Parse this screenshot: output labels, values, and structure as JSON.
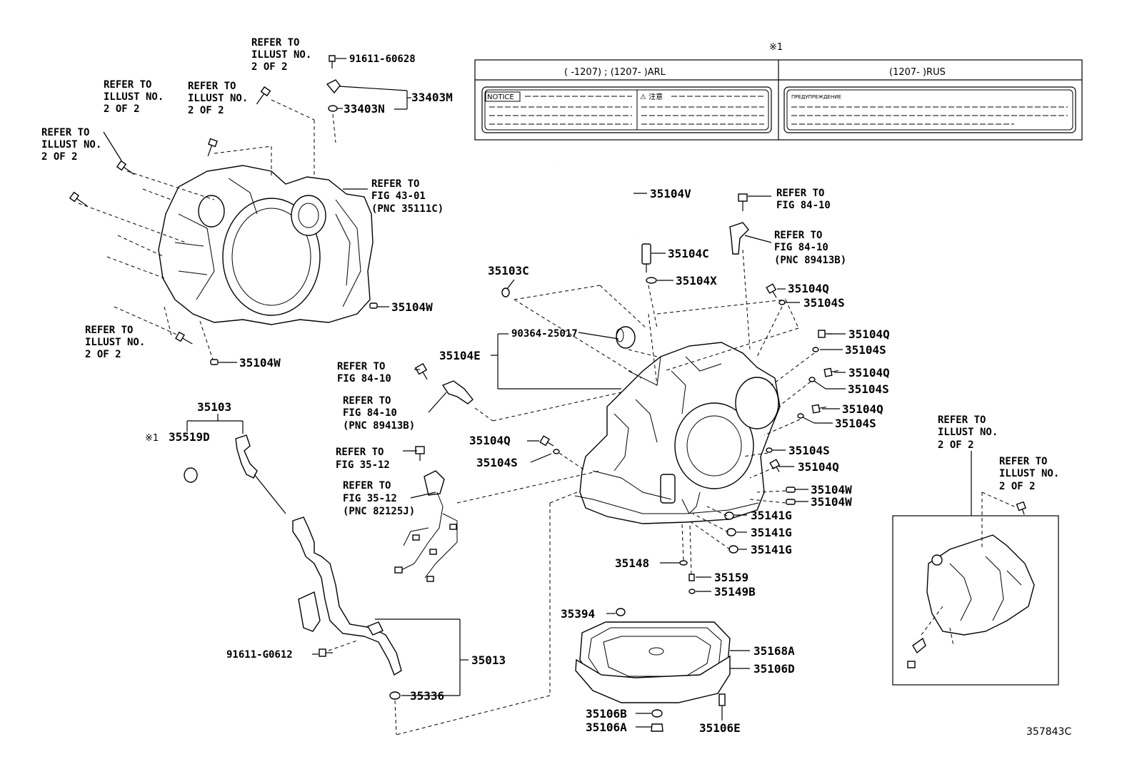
{
  "drawing_number": "357843C",
  "note_mark": "※1",
  "notice_table": {
    "col1_header": "(     -1207) ; (1207-      )ARL",
    "col2_header": "(1207-      )RUS",
    "notice_label": "NOTICE",
    "caution_label": "⚠ 注意",
    "russian_label": "ПРЕДУПРЕЖДЕНИЕ"
  },
  "refs": [
    {
      "id": "r1",
      "lines": [
        "REFER TO",
        "ILLUST NO.",
        "2 OF 2"
      ]
    },
    {
      "id": "r2",
      "lines": [
        "REFER TO",
        "ILLUST NO.",
        "2 OF 2"
      ]
    },
    {
      "id": "r3",
      "lines": [
        "REFER TO",
        "ILLUST NO.",
        "2 OF 2"
      ]
    },
    {
      "id": "r4",
      "lines": [
        "REFER TO",
        "ILLUST NO.",
        "2 OF 2"
      ]
    },
    {
      "id": "r5",
      "lines": [
        "REFER TO",
        "ILLUST NO.",
        "2 OF 2"
      ]
    },
    {
      "id": "r6",
      "lines": [
        "REFER TO",
        "FIG 43-01",
        "(PNC 35111C)"
      ]
    },
    {
      "id": "r7",
      "lines": [
        "REFER TO",
        "FIG 84-10"
      ]
    },
    {
      "id": "r8",
      "lines": [
        "REFER TO",
        "FIG 84-10",
        "(PNC 89413B)"
      ]
    },
    {
      "id": "r9",
      "lines": [
        "REFER TO",
        "FIG 84-10"
      ]
    },
    {
      "id": "r10",
      "lines": [
        "REFER TO",
        "FIG 84-10",
        "(PNC 89413B)"
      ]
    },
    {
      "id": "r11",
      "lines": [
        "REFER TO",
        "FIG 35-12"
      ]
    },
    {
      "id": "r12",
      "lines": [
        "REFER TO",
        "FIG 35-12",
        "(PNC 82125J)"
      ]
    },
    {
      "id": "r13",
      "lines": [
        "REFER TO",
        "ILLUST NO.",
        "2 OF 2"
      ]
    },
    {
      "id": "r14",
      "lines": [
        "REFER TO",
        "ILLUST NO.",
        "2 OF 2"
      ]
    }
  ],
  "parts": {
    "p91611_60628": "91611-60628",
    "p33403M": "33403M",
    "p33403N": "33403N",
    "p35104W_a": "35104W",
    "p35104W_b": "35104W",
    "p35104V": "35104V",
    "p35104C": "35104C",
    "p35104X": "35104X",
    "p35103C": "35103C",
    "p35104Q_1": "35104Q",
    "p35104S_1": "35104S",
    "p35104Q_2": "35104Q",
    "p35104S_2": "35104S",
    "p35104Q_3": "35104Q",
    "p35104S_3": "35104S",
    "p35104Q_4": "35104Q",
    "p35104S_4": "35104S",
    "p35104S_5": "35104S",
    "p35104Q_5": "35104Q",
    "p35104W_c": "35104W",
    "p35104W_d": "35104W",
    "p90364": "90364-25017",
    "p35104E": "35104E",
    "p35104Q_6": "35104Q",
    "p35104S_6": "35104S",
    "p35103": "35103",
    "p35519D": "35519D",
    "p35141G_1": "35141G",
    "p35141G_2": "35141G",
    "p35141G_3": "35141G",
    "p35148": "35148",
    "p35159": "35159",
    "p35149B": "35149B",
    "p35394": "35394",
    "p35168A": "35168A",
    "p35106D": "35106D",
    "p35106B": "35106B",
    "p35106A": "35106A",
    "p35106E": "35106E",
    "p91611_G0612": "91611-G0612",
    "p35013": "35013",
    "p35336": "35336"
  }
}
